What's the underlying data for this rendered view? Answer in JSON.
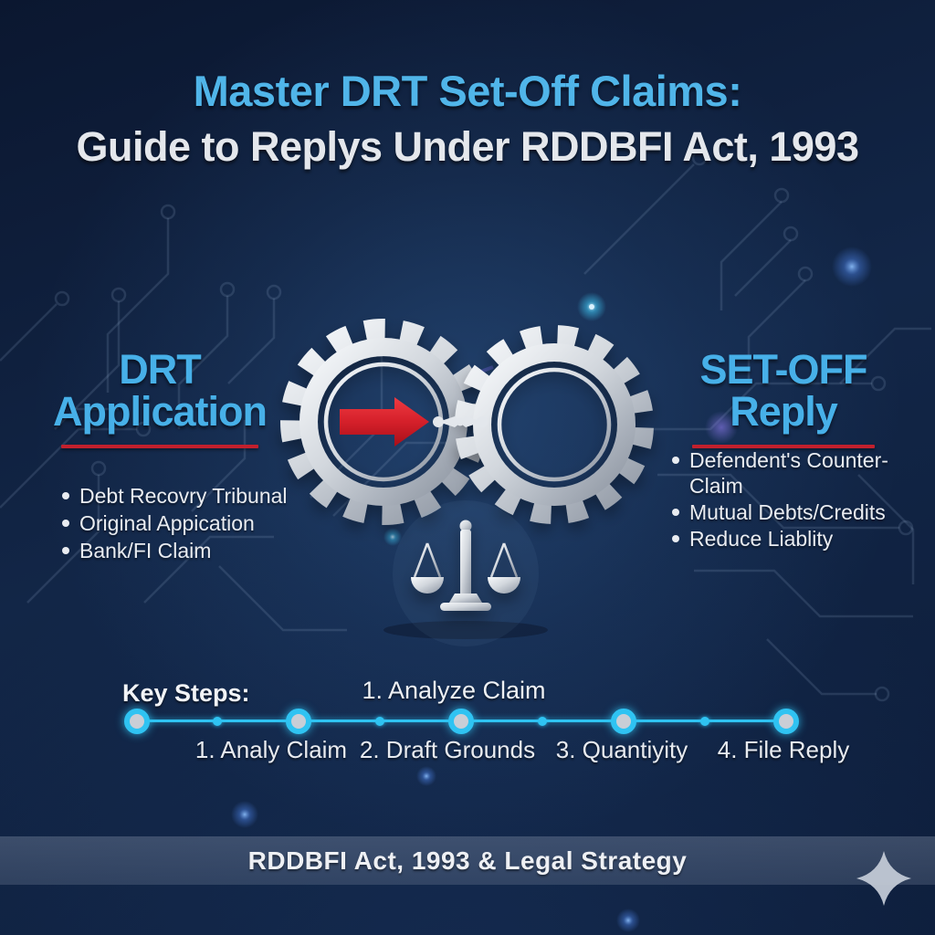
{
  "title": {
    "line1": "Master DRT Set-Off Claims:",
    "line2": "Guide to Replys Under RDDBFI Act, 1993"
  },
  "left_panel": {
    "heading_line1": "DRT",
    "heading_line2": "Application",
    "items": [
      "Debt Recovry Tribunal",
      "Original Appication",
      "Bank/FI Claim"
    ]
  },
  "right_panel": {
    "heading_line1": "SET-OFF",
    "heading_line2": "Reply",
    "items": [
      "Defendent's Counter-Claim",
      "Mutual Debts/Credits",
      "Reduce Liablity"
    ]
  },
  "key_steps": {
    "label": "Key Steps:",
    "highlight_step": "1. Analyze Claim",
    "steps": [
      "1. Analy Claim",
      "2. Draft Grounds",
      "3. Quantiyity",
      "4. File Reply"
    ]
  },
  "footer": {
    "banner_text": "RDDBFI Act, 1993 & Legal Strategy"
  },
  "icons": {
    "center_left": "gear-icon",
    "center_right": "gear-icon",
    "inside_left_gear": "right-arrow-icon",
    "below_gears": "scales-of-justice-icon",
    "background": "circuit-pattern",
    "bottom_right": "sparkle-icon"
  },
  "colors": {
    "background_navy": "#122647",
    "heading_blue": "#47b0e8",
    "title_blue": "#50b5e9",
    "red_accent": "#c2202d",
    "arrow_red": "#d5202a",
    "silver": "#d6dade",
    "timeline_cyan": "#2fc3f2",
    "text_white": "#e9ecf1",
    "banner_gray": "#8d9ab1"
  }
}
